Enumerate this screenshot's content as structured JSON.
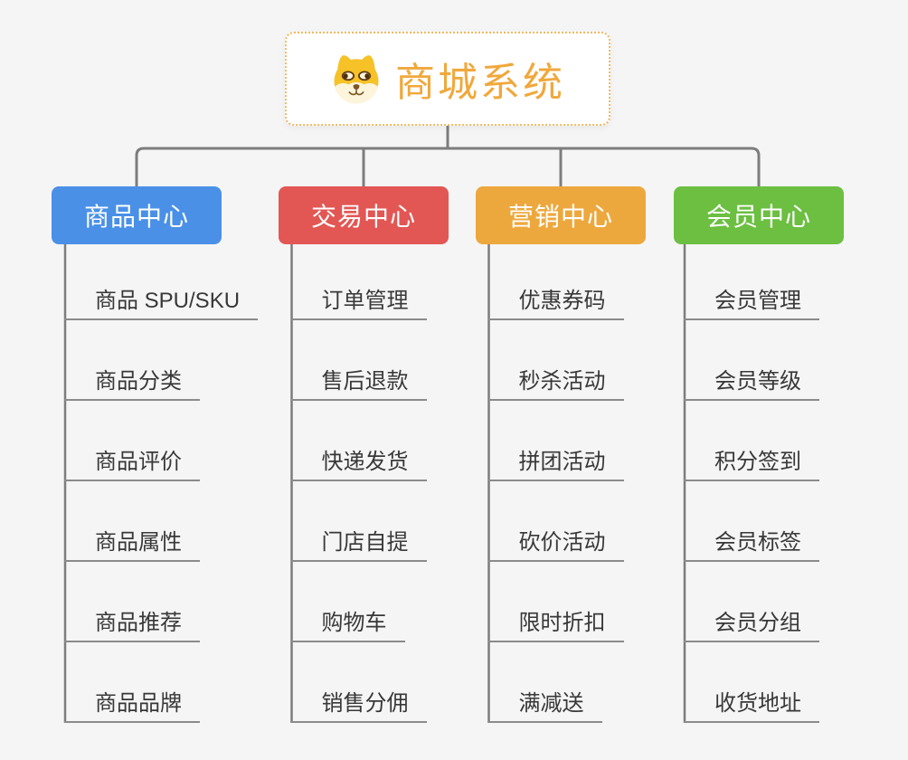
{
  "canvas": {
    "background": "#f5f5f5",
    "connector_color": "#7d7d7d",
    "leaf_line_color": "#8b8b8b",
    "leaf_text_color": "#383838"
  },
  "root": {
    "title": "商城系统",
    "icon": "shiba-dog-icon",
    "title_color": "#f0a83c",
    "border_color": "#f0ba62"
  },
  "branches": [
    {
      "name": "product-center",
      "label": "商品中心",
      "color": "#4a90e7",
      "children": [
        "商品 SPU/SKU",
        "商品分类",
        "商品评价",
        "商品属性",
        "商品推荐",
        "商品品牌"
      ]
    },
    {
      "name": "trade-center",
      "label": "交易中心",
      "color": "#e25754",
      "children": [
        "订单管理",
        "售后退款",
        "快递发货",
        "门店自提",
        "购物车",
        "销售分佣"
      ]
    },
    {
      "name": "marketing-center",
      "label": "营销中心",
      "color": "#eda83d",
      "children": [
        "优惠券码",
        "秒杀活动",
        "拼团活动",
        "砍价活动",
        "限时折扣",
        "满减送"
      ]
    },
    {
      "name": "member-center",
      "label": "会员中心",
      "color": "#6cbf41",
      "children": [
        "会员管理",
        "会员等级",
        "积分签到",
        "会员标签",
        "会员分组",
        "收货地址"
      ]
    }
  ]
}
